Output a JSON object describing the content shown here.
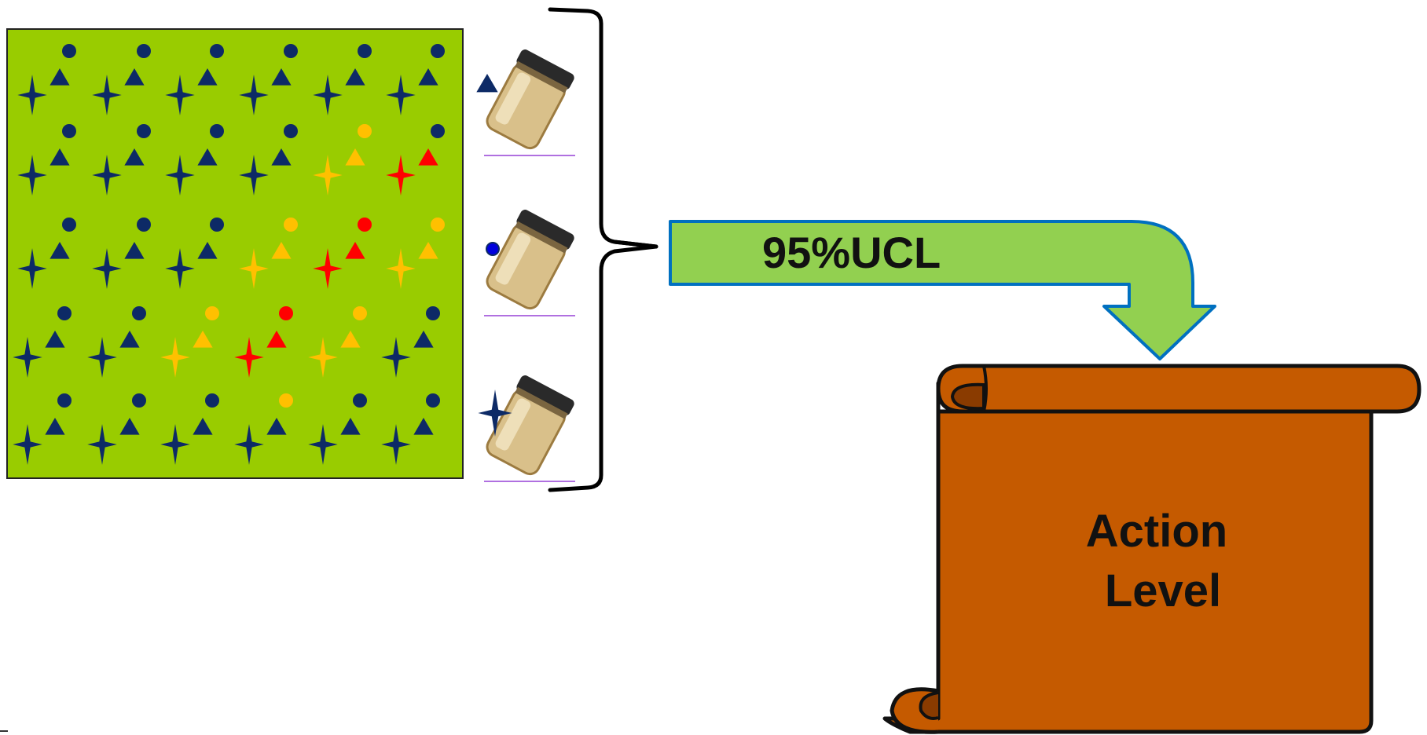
{
  "diagram": {
    "ucl_label": "95%UCL",
    "action_level_line1": "Action",
    "action_level_line2": "Level"
  },
  "colors": {
    "field": "#99cc00",
    "navy": "#0d2a66",
    "yellow": "#ffc000",
    "red": "#ff0000",
    "arrow_fill": "#92d050",
    "arrow_stroke": "#0070c0",
    "scroll_fill": "#c55a00",
    "scroll_dark": "#8a3b00",
    "jar_glass": "#d9c08a",
    "jar_lid": "#2a2a2a",
    "jar_underline": "#b070e0",
    "dot_blue": "#0000dd"
  },
  "field_grid": {
    "rows": [
      [
        "navy",
        "navy",
        "navy",
        "navy",
        "navy",
        "navy"
      ],
      [
        "navy",
        "navy",
        "navy",
        "navy",
        "yellow",
        "red"
      ],
      [
        "navy",
        "navy",
        "navy",
        "yellow",
        "red",
        "yellow"
      ],
      [
        "navy",
        "navy",
        "yellow",
        "red",
        "yellow",
        "navy"
      ],
      [
        "navy",
        "navy",
        "navy",
        "navy",
        "navy",
        "navy"
      ]
    ],
    "top_dot_rows": [
      [
        "navy",
        "navy",
        "navy",
        "navy",
        "navy",
        "navy"
      ],
      [
        "navy",
        "navy",
        "navy",
        "navy",
        "yellow",
        "navy"
      ],
      [
        "navy",
        "navy",
        "navy",
        "yellow",
        "red",
        "yellow"
      ],
      [
        "navy",
        "navy",
        "yellow",
        "red",
        "yellow",
        "navy"
      ],
      [
        "navy",
        "navy",
        "navy",
        "yellow",
        "navy",
        "navy"
      ]
    ]
  },
  "samples": [
    {
      "marker": "triangle"
    },
    {
      "marker": "dot"
    },
    {
      "marker": "star"
    }
  ]
}
